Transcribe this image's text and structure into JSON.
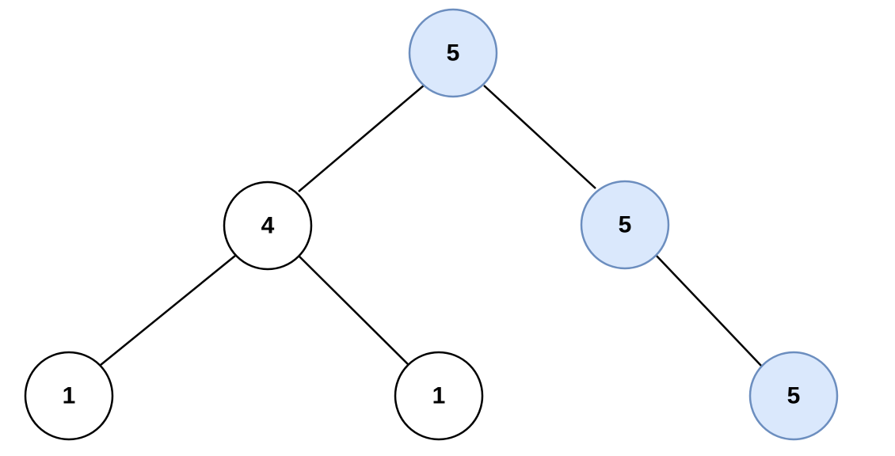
{
  "colors": {
    "background": "#ffffff",
    "edge": "#000000",
    "highlight_fill": "#dae8fc",
    "highlight_stroke": "#6c8ebf",
    "plain_fill": "#ffffff",
    "plain_stroke": "#000000"
  },
  "tree": {
    "nodes": [
      {
        "id": "root",
        "value": "5",
        "highlighted": true
      },
      {
        "id": "left",
        "value": "4",
        "highlighted": false
      },
      {
        "id": "right",
        "value": "5",
        "highlighted": true
      },
      {
        "id": "left-left",
        "value": "1",
        "highlighted": false
      },
      {
        "id": "left-right",
        "value": "1",
        "highlighted": false
      },
      {
        "id": "right-right",
        "value": "5",
        "highlighted": true
      }
    ],
    "edges": [
      {
        "from": "root",
        "to": "left"
      },
      {
        "from": "root",
        "to": "right"
      },
      {
        "from": "left",
        "to": "left-left"
      },
      {
        "from": "left",
        "to": "left-right"
      },
      {
        "from": "right",
        "to": "right-right"
      }
    ]
  }
}
